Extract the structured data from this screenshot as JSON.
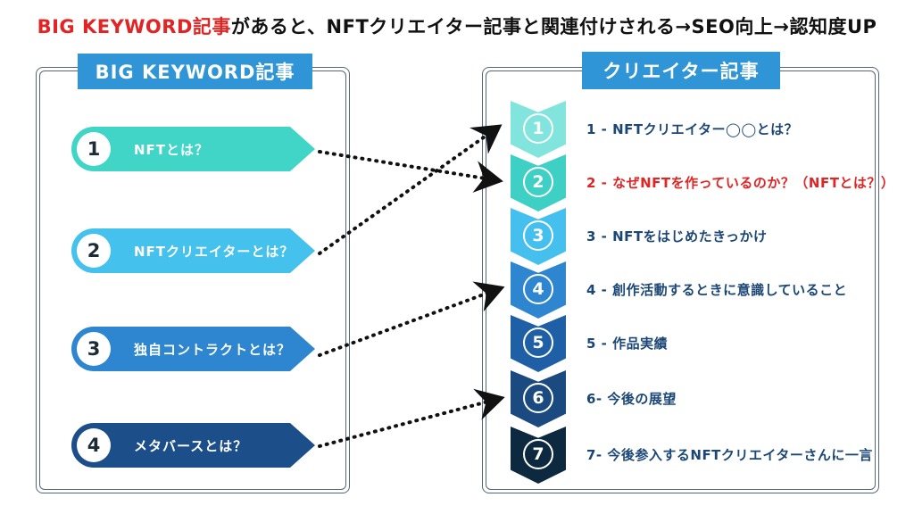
{
  "title": {
    "highlight": "BIG KEYWORD記事",
    "rest": "があると、NFTクリエイター記事と関連付けされる→SEO向上→認知度UP",
    "highlight_color": "#e12424"
  },
  "colors": {
    "header_blue": "#2f95d7",
    "frame_line": "#56657a",
    "connector_black": "#111111",
    "label_navy": "#1c4775",
    "label_red": "#e12424"
  },
  "left_panel": {
    "header": "BIG KEYWORD記事",
    "items": [
      {
        "number": "1",
        "label": "NFTとは？",
        "color": "#40d5c6"
      },
      {
        "number": "2",
        "label": "NFTクリエイターとは？",
        "color": "#45c1ee"
      },
      {
        "number": "3",
        "label": "独自コントラクトとは？",
        "color": "#2e86d0"
      },
      {
        "number": "4",
        "label": "メタバースとは？",
        "color": "#1c4e8a"
      }
    ]
  },
  "right_panel": {
    "header": "クリエイター記事",
    "items": [
      {
        "number": "1",
        "label": "1 - NFTクリエイター◯◯とは？",
        "color": "#82e5dd",
        "label_color": "#1c4775"
      },
      {
        "number": "2",
        "label": "2 - なぜNFTを作っているのか？（NFTとは？）",
        "color": "#3ed0c4",
        "label_color": "#e12424"
      },
      {
        "number": "3",
        "label": "3 - NFTをはじめたきっかけ",
        "color": "#45c0ee",
        "label_color": "#1c4775"
      },
      {
        "number": "4",
        "label": "4 - 創作活動するときに意識していること",
        "color": "#2e86d0",
        "label_color": "#1c4775"
      },
      {
        "number": "5",
        "label": "5 - 作品実績",
        "color": "#1f5fa5",
        "label_color": "#1c4775"
      },
      {
        "number": "6",
        "label": "6- 今後の展望",
        "color": "#1a4a7f",
        "label_color": "#1c4775"
      },
      {
        "number": "7",
        "label": "7- 今後参入するNFTクリエイターさんに一言",
        "color": "#0d2940",
        "label_color": "#1c4775"
      }
    ]
  },
  "connections": [
    {
      "from_left_item": "1",
      "to_right_item": "2"
    },
    {
      "from_left_item": "2",
      "to_right_item": "1"
    },
    {
      "from_left_item": "3",
      "to_right_item": "4"
    },
    {
      "from_left_item": "4",
      "to_right_item": "6"
    }
  ]
}
